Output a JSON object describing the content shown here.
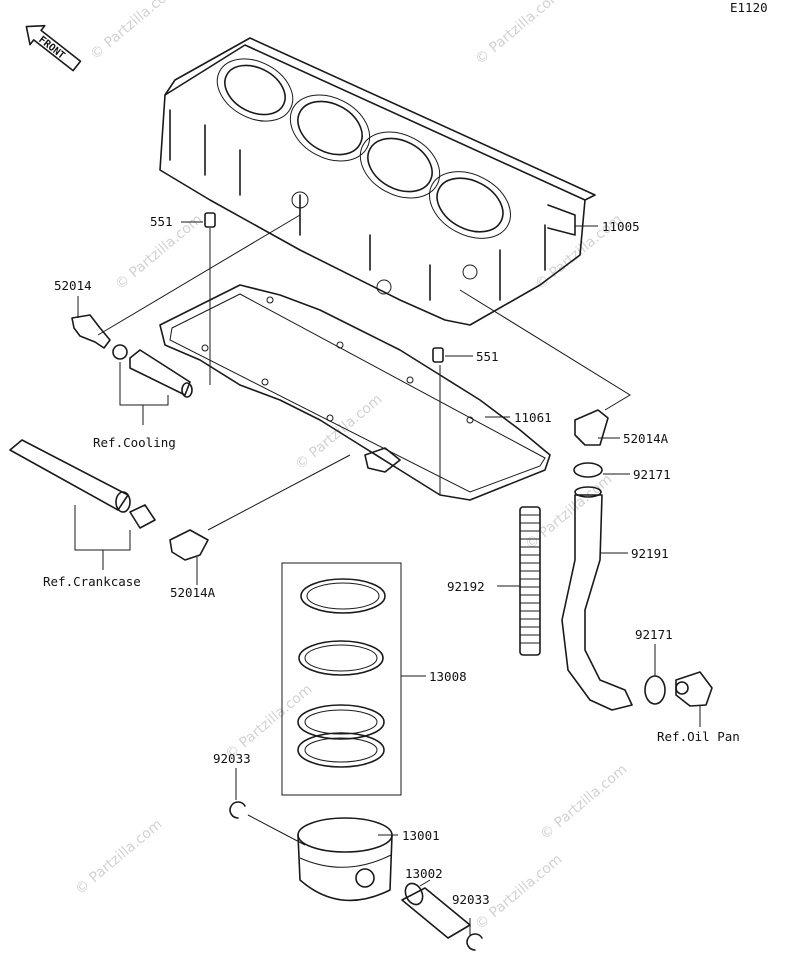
{
  "diagram_code": "E1120",
  "front_arrow_label": "FRONT",
  "watermark": "© Partzilla.com",
  "parts": {
    "p11005": "11005",
    "p551a": "551",
    "p551b": "551",
    "p52014": "52014",
    "p11061": "11061",
    "p52014A_right": "52014A",
    "p92171_top": "92171",
    "p92191": "92191",
    "p92192": "92192",
    "p52014A_left": "52014A",
    "p13008": "13008",
    "p92171_bottom": "92171",
    "p92033_left": "92033",
    "p13001": "13001",
    "p13002": "13002",
    "p92033_right": "92033"
  },
  "refs": {
    "cooling": "Ref.Cooling",
    "crankcase": "Ref.Crankcase",
    "oil_pan": "Ref.Oil Pan"
  }
}
